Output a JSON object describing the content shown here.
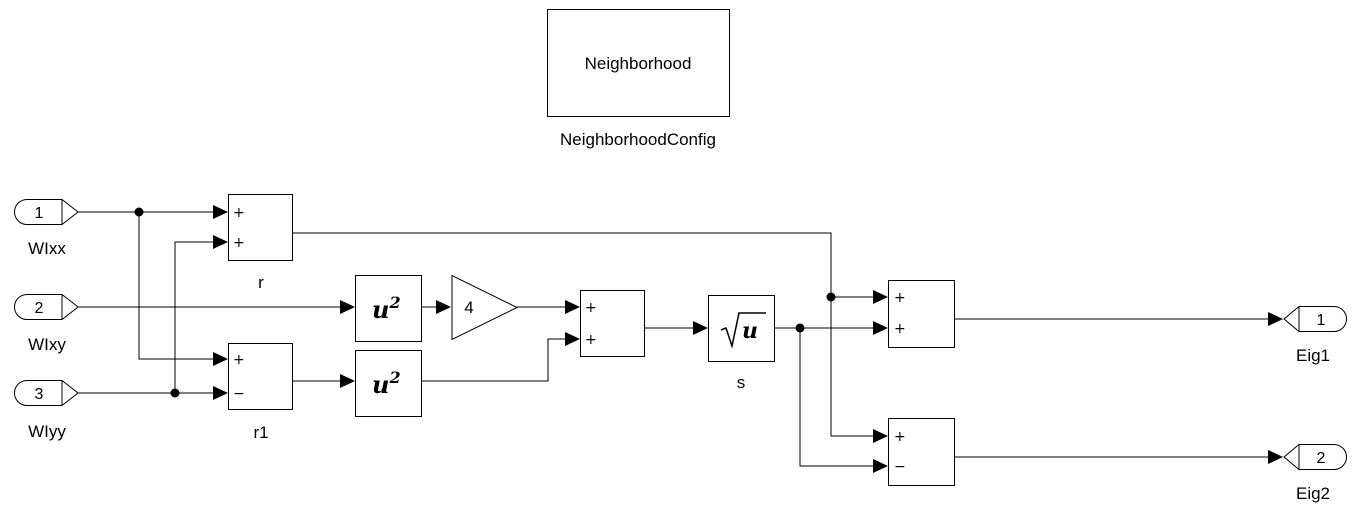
{
  "neighborhood": {
    "block_text": "Neighborhood",
    "name": "NeighborhoodConfig"
  },
  "inports": [
    {
      "number": "1",
      "name": "WIxx"
    },
    {
      "number": "2",
      "name": "WIxy"
    },
    {
      "number": "3",
      "name": "WIyy"
    }
  ],
  "outports": [
    {
      "number": "1",
      "name": "Eig1"
    },
    {
      "number": "2",
      "name": "Eig2"
    }
  ],
  "sum_r": {
    "name": "r",
    "signs": [
      "+",
      "+"
    ]
  },
  "sum_r1": {
    "name": "r1",
    "signs": [
      "+",
      "−"
    ]
  },
  "sum_mid": {
    "signs": [
      "+",
      "+"
    ]
  },
  "sum_eig1": {
    "signs": [
      "+",
      "+"
    ]
  },
  "sum_eig2": {
    "signs": [
      "+",
      "−"
    ]
  },
  "square_blocks": [
    {
      "base": "u",
      "exponent": "2"
    },
    {
      "base": "u",
      "exponent": "2"
    }
  ],
  "gain": {
    "value": "4"
  },
  "sqrt_block": {
    "symbol": "u",
    "name": "s"
  }
}
